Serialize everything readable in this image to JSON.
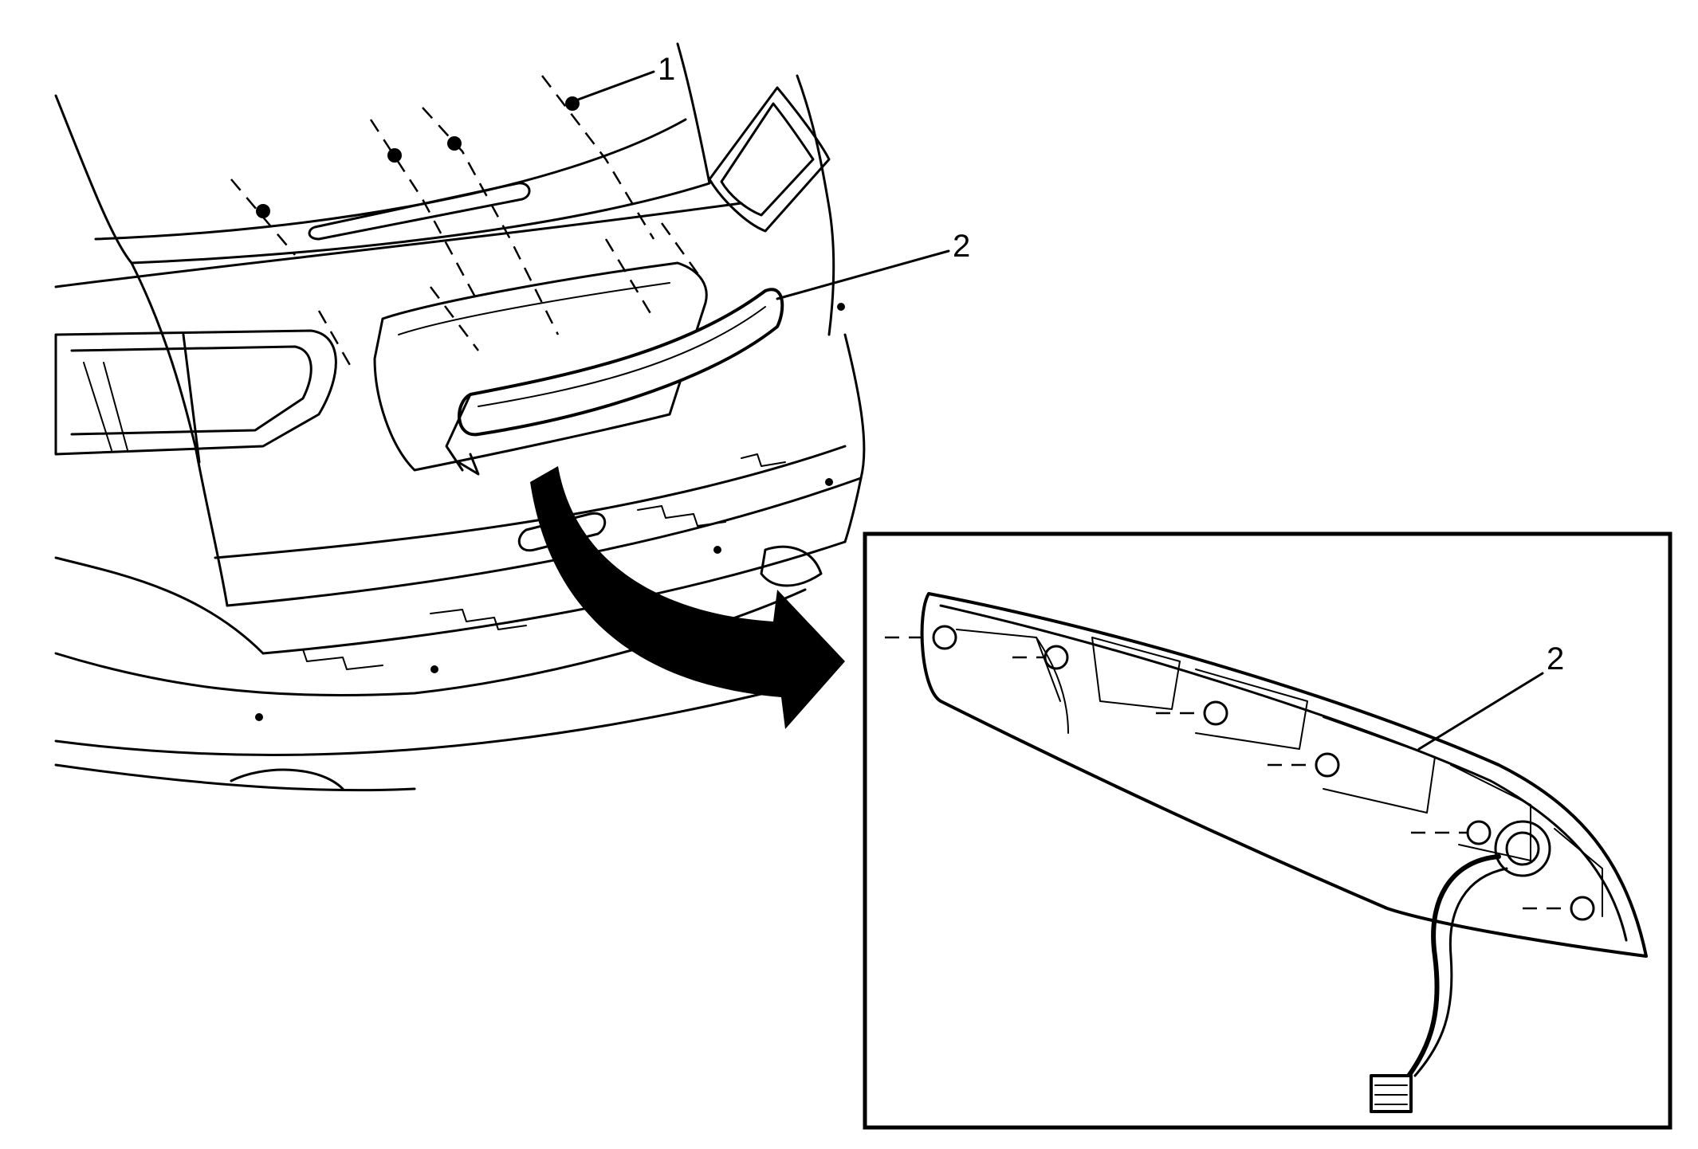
{
  "callouts": {
    "fastener_label": "1",
    "lamp_label_main": "2",
    "lamp_label_detail": "2"
  }
}
